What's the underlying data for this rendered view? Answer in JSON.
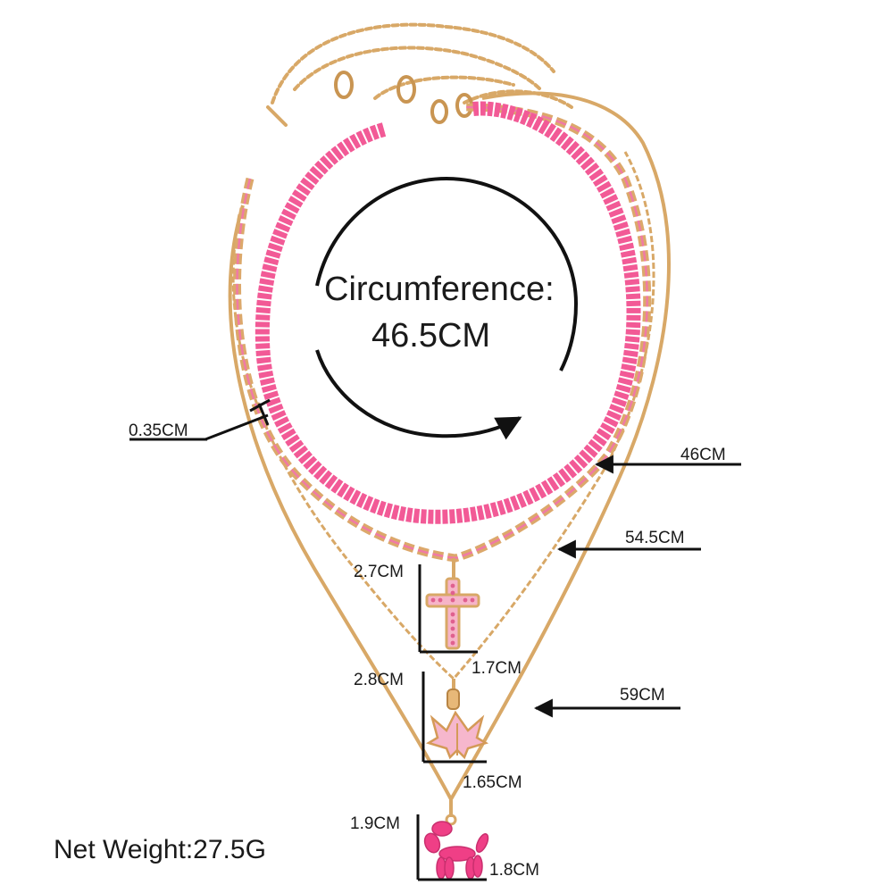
{
  "image": {
    "subject": "layered pink and gold necklace set with size measurements",
    "colors": {
      "gold": "#d8a867",
      "gold_dark": "#b88544",
      "bead_pink": "#f25a96",
      "enamel_pink": "#ef3f86",
      "ink": "#111111"
    },
    "callout": {
      "title": "Circumference:",
      "value": "46.5CM"
    },
    "measurements": {
      "bead_width": "0.35CM",
      "choker_length": "46CM",
      "cross_chain_length": "54.5CM",
      "snake_chain_length": "59CM",
      "cross_height": "2.7CM",
      "cross_width": "1.7CM",
      "leaf_height": "2.8CM",
      "leaf_width": "1.65CM",
      "dog_height": "1.9CM",
      "dog_width": "1.8CM"
    },
    "net_weight": "Net Weight:27.5G"
  }
}
